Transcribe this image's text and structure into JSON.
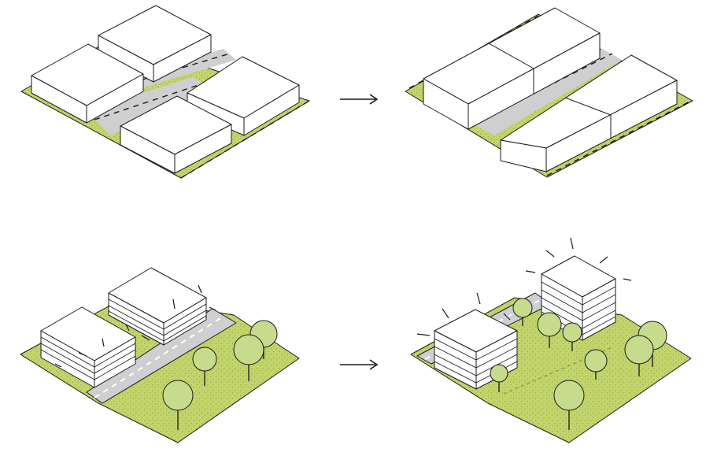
{
  "colors": {
    "grass": "#c2d46b",
    "grass_dot": "#6f8a30",
    "road": "#cfcfd1",
    "tree": "#c6db8c",
    "building": "#ffffff",
    "line": "#1a1a1a"
  },
  "icons": {
    "transform_arrow": "right-arrow-icon"
  },
  "panels": [
    {
      "id": "top-left",
      "content": "four-blocks-with-cross-streets"
    },
    {
      "id": "top-right",
      "content": "merged-long-blocks-single-street"
    },
    {
      "id": "bottom-left",
      "content": "two-mid-rise-buildings-street-trees"
    },
    {
      "id": "bottom-right",
      "content": "two-towers-in-park"
    }
  ]
}
